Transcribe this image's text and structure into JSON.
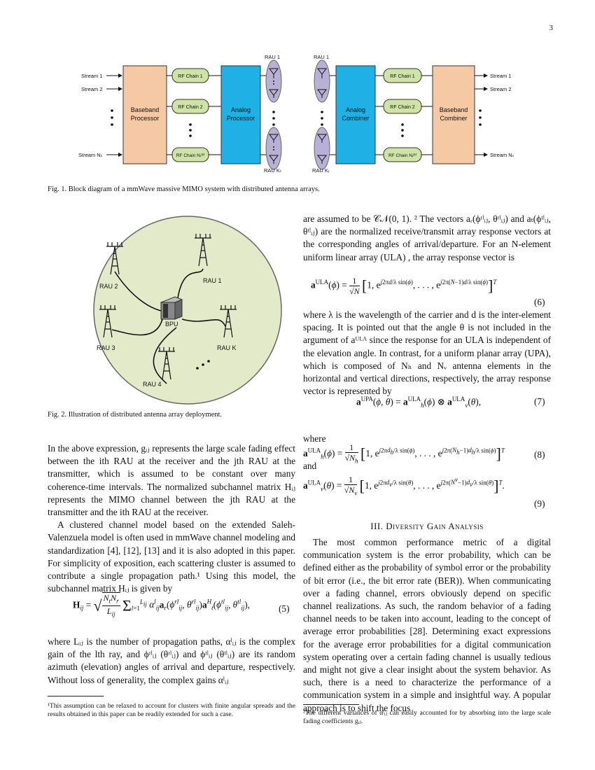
{
  "page_number": "3",
  "figure1": {
    "caption": "Fig. 1.  Block diagram of a mmWave massive MIMO system with distributed antenna arrays.",
    "tx": {
      "streams": [
        "Stream 1",
        "Stream 2",
        "Stream Nₛ"
      ],
      "baseband": [
        "Baseband",
        "Processor"
      ],
      "rf_chains": [
        "RF Chain 1",
        "RF Chain 2",
        "RF Chain Nₜᴿᶠ"
      ],
      "analog": [
        "Analog",
        "Processor"
      ],
      "rau_top": "RAU 1",
      "rau_bottom": "RAU Kₜ"
    },
    "rx": {
      "rau_top": "RAU 1",
      "rau_bottom": "RAU Kᵣ",
      "analog": [
        "Analog",
        "Combiner"
      ],
      "rf_chains": [
        "RF Chain 1",
        "RF Chain 2",
        "RF Chain Nᵣᴿᶠ"
      ],
      "baseband": [
        "Baseband",
        "Combiner"
      ],
      "streams": [
        "Stream 1",
        "Stream 2",
        "Stream Nₛ"
      ]
    }
  },
  "figure2": {
    "caption": "Fig. 2.  Illustration of distributed antenna array deployment.",
    "labels": {
      "rau1": "RAU 1",
      "rau2": "RAU 2",
      "rau3": "RAU 3",
      "rau4": "RAU 4",
      "rauk": "RAU K",
      "bpu": "BPU"
    }
  },
  "left_column": {
    "para1": "In the above expression, gᵢⱼ represents the large scale fading effect between the ith RAU at the receiver and the jth RAU at the transmitter, which is assumed to be constant over many coherence-time intervals. The normalized subchannel matrix Hᵢⱼ represents the MIMO channel between the jth RAU at the transmitter and the ith RAU at the receiver.",
    "para2": "A clustered channel model based on the extended Saleh-Valenzuela model is often used in mmWave channel modeling and standardization [4], [12], [13] and it is also adopted in this paper. For simplicity of exposition, each scattering cluster is assumed to contribute a single propagation path.¹ Using this model, the subchannel matrix Hᵢⱼ is given by",
    "eq5_number": "(5)",
    "para3": "where Lᵢⱼ is the number of propagation paths, αˡᵢⱼ is the complex gain of the lth ray, and ϕʳˡᵢⱼ (θʳˡᵢⱼ) and ϕᵗˡᵢⱼ (θᵗˡᵢⱼ) are its random azimuth (elevation) angles of arrival and departure, respectively. Without loss of generality, the complex gains αˡᵢⱼ",
    "footnote": "¹This assumption can be relaxed to account for clusters with finite angular spreads and the results obtained in this paper can be readily extended for such a case."
  },
  "right_column": {
    "para1": "are assumed to be 𝒞𝒩(0, 1). ² The vectors aᵣ(ϕʳˡᵢⱼ, θʳˡᵢⱼ) and aₜ(ϕᵗˡᵢⱼ, θᵗˡᵢⱼ) are the normalized receive/transmit array response vectors at the corresponding angles of arrival/departure. For an N-element uniform linear array (ULA) , the array response vector is",
    "eq6_number": "(6)",
    "para2": "where λ is the wavelength of the carrier and d is the inter-element spacing. It is pointed out that the angle θ is not included in the argument of aᵁᴸᴬ since the response for an ULA is independent of the elevation angle. In contrast, for a uniform planar array (UPA), which is composed of Nₕ and Nᵥ antenna elements in the horizontal and vertical directions, respectively, the array response vector is represented by",
    "eq7_number": "(7)",
    "where": "where",
    "eq8_number": "(8)",
    "and": "and",
    "eq9_number": "(9)",
    "section_heading": "III. Diversity Gain Analysis",
    "para3": "The most common performance metric of a digital communication system is the error probability, which can be defined either as the probability of symbol error or the probability of bit error (i.e., the bit error rate (BER)). When communicating over a fading channel, errors obviously depend on specific channel realizations. As such, the random behavior of a fading channel needs to be taken into account, leading to the concept of average error probabilities [28]. Determining exact expressions for the average error probabilities for a digital communication system operating over a certain fading channel is usually tedious and might not give a clear insight about the system behavior. As such, there is a need to characterize the performance of a communication system in a simple and insightful way. A popular approach is to shift the focus",
    "footnote": "²The different variances of αˡᵢⱼ can easily accounted for by absorbing into the large scale fading coefficients gᵢⱼ."
  }
}
